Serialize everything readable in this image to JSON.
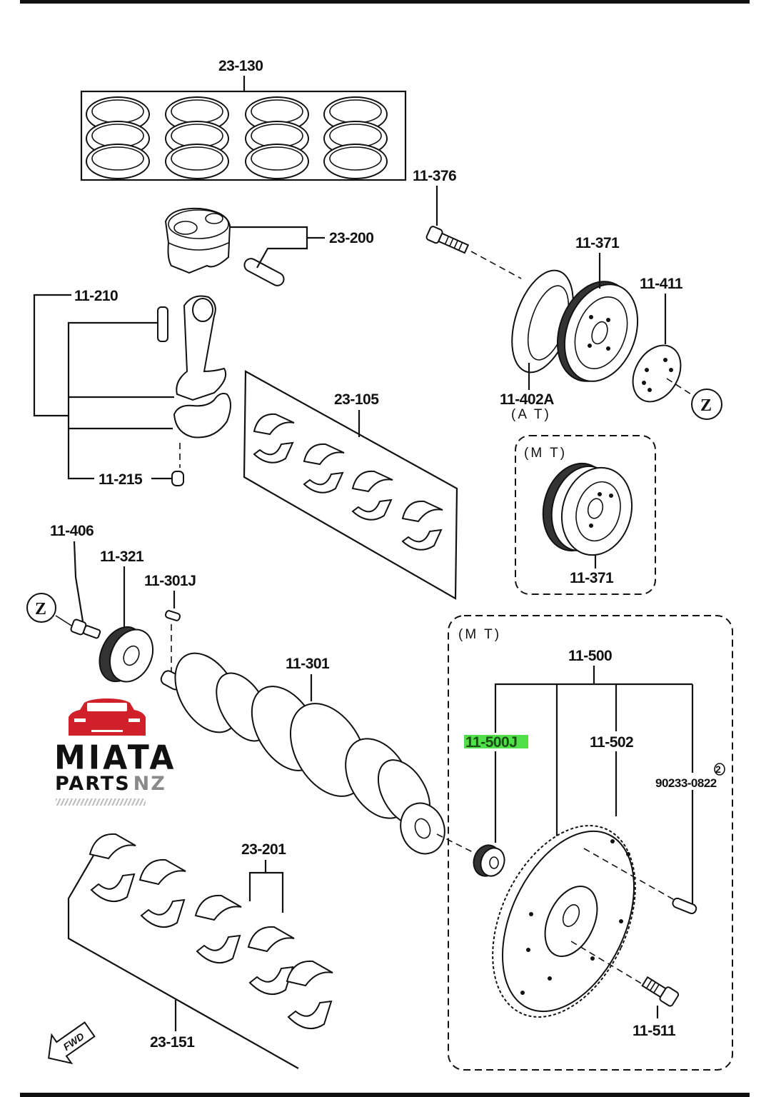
{
  "diagram": {
    "title": "Crankshaft, piston & flywheel exploded parts diagram",
    "callouts": {
      "piston_rings": "23-130",
      "piston_pin": "23-200",
      "conrod": "11-210",
      "conrod_nut": "11-215",
      "conrod_bearings": "23-105",
      "pulley_bolt": "11-376",
      "pulley_at": "11-371",
      "pulley_plate": "11-411",
      "pulley_at_inner": "11-402A",
      "pulley_at_note": "(A T)",
      "pulley_mt_note": "(M T)",
      "pulley_mt": "11-371",
      "timing_bolt": "11-406",
      "timing_gear": "11-321",
      "key": "11-301J",
      "crankshaft": "11-301",
      "flywheel_note": "(M T)",
      "flywheel_assy": "11-500",
      "pilot_bearing": "11-500J",
      "ring_gear": "11-502",
      "dowel_pin": "90233-0822",
      "dowel_qty": "2",
      "flywheel_bolt": "11-511",
      "thrust_bearings": "23-201",
      "main_bearings": "23-151",
      "z_marker": "Z",
      "fwd_arrow": "FWD"
    },
    "highlight": {
      "part": "11-500J",
      "color": "#4fe04a"
    }
  },
  "logo": {
    "line1": "MIATA",
    "line2a": "PARTS",
    "line2b": "NZ",
    "car_color": "#d0202a"
  }
}
